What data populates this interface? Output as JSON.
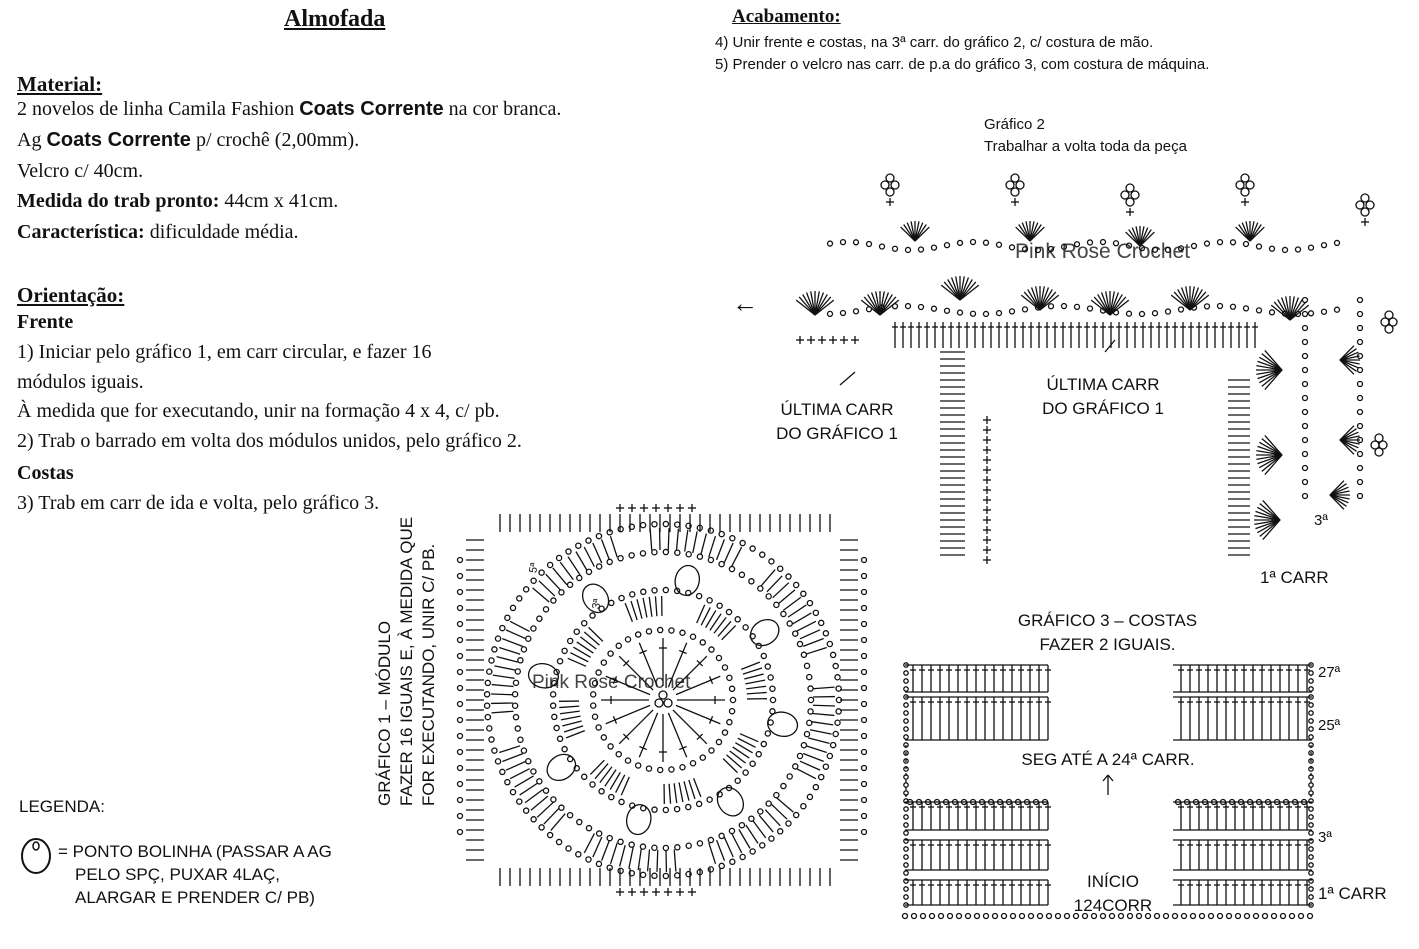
{
  "title": "Almofada",
  "material": {
    "heading": "Material:",
    "line1_pre": "2 novelos de linha Camila Fashion ",
    "line1_brand": "Coats Corrente",
    "line1_post": " na cor branca.",
    "line2_pre": "Ag ",
    "line2_brand": "Coats Corrente",
    "line2_post": " p/ crochê (2,00mm).",
    "line3": "Velcro c/ 40cm.",
    "line4_label": "Medida do trab pronto:",
    "line4_value": " 44cm x 41cm.",
    "line5_label": "Característica:",
    "line5_value": " dificuldade média."
  },
  "orientacao": {
    "heading": "Orientação:",
    "frente": "Frente",
    "step1a": "1) Iniciar pelo gráfico 1, em carr circular, e fazer 16",
    "step1b": "módulos iguais.",
    "step1c": "À medida que for executando, unir na formação 4 x 4, c/ pb.",
    "step2": "2) Trab o barrado em volta dos módulos unidos, pelo gráfico 2.",
    "costas": "Costas",
    "step3": "3) Trab em carr de ida e volta, pelo gráfico 3."
  },
  "acabamento": {
    "heading": "Acabamento:",
    "step4": "4) Unir frente e costas, na 3ª carr. do gráfico 2, c/ costura de mão.",
    "step5": "5) Prender o velcro nas carr. de p.a do gráfico 3, com costura de máquina."
  },
  "grafico2": {
    "title": "Gráfico 2",
    "subtitle": "Trabalhar a volta toda da peça",
    "arrow": "←",
    "ultima1_a": "ÚLTIMA CARR",
    "ultima1_b": "DO GRÁFICO 1",
    "ultima2_a": "ÚLTIMA CARR",
    "ultima2_b": "DO GRÁFICO 1",
    "row3": "3ª",
    "row1": "1ª CARR",
    "watermark": "Pink Rose Crochet"
  },
  "grafico1": {
    "line1": "GRÁFICO 1 – MÓDULO",
    "line2": "FAZER 16 IGUAIS E, À MEDIDA QUE",
    "line3": "FOR EXECUTANDO, UNIR C/ PB.",
    "r3": "3ª",
    "r5": "5ª",
    "watermark": "Pink    Rose    Crochet"
  },
  "grafico3": {
    "title1": "GRÁFICO 3 – COSTAS",
    "title2": "FAZER 2 IGUAIS.",
    "seg": "SEG ATÉ A 24ª CARR.",
    "inicio1": "INÍCIO",
    "inicio2": "124CORR",
    "r27": "27ª",
    "r25": "25ª",
    "r3": "3ª",
    "r1": "1ª CARR"
  },
  "legenda": {
    "heading": "LEGENDA:",
    "line1": "= PONTO BOLINHA (PASSAR A AG",
    "line2": "PELO SPÇ, PUXAR 4LAÇ,",
    "line3": "ALARGAR E PRENDER C/ PB)"
  }
}
